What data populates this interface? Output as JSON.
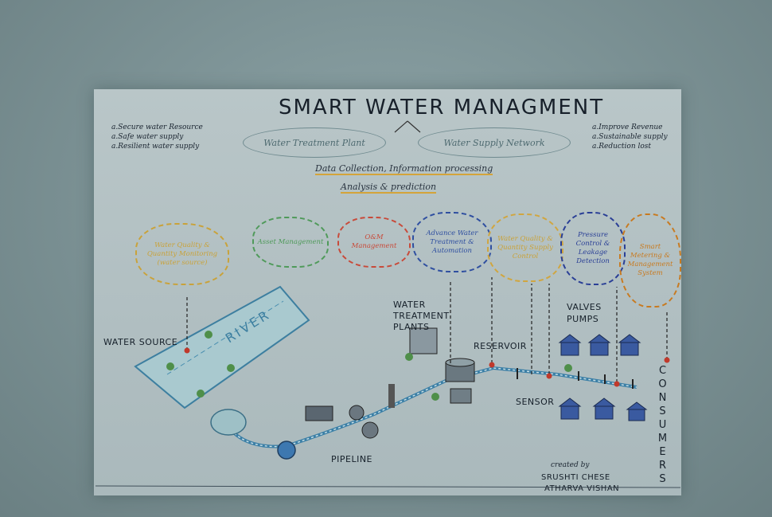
{
  "title": "SMART WATER MANAGMENT",
  "left_notes": [
    "a.Secure water Resource",
    "a.Safe water supply",
    "a.Resilient water supply"
  ],
  "right_notes": [
    "a.Improve Revenue",
    "a.Sustainable supply",
    "a.Reduction lost"
  ],
  "top_ovals": [
    "Water Treatment Plant",
    "Water Supply Network"
  ],
  "data_line": "Data Collection, Information processing",
  "analysis_line": "Analysis & prediction",
  "clouds": [
    {
      "text": "Water Quality & Quantity Monitoring (water source)",
      "color": "#c9a23a"
    },
    {
      "text": "Asset Management",
      "color": "#4f9a5a"
    },
    {
      "text": "O&M Management",
      "color": "#c84a3a"
    },
    {
      "text": "Advance Water Treatment & Automation",
      "color": "#2f4fa0"
    },
    {
      "text": "Water Quality & Quantity Supply Control",
      "color": "#d0a640"
    },
    {
      "text": "Pressure Control & Leakage Detection",
      "color": "#2a3f96"
    },
    {
      "text": "Smart Metering & Management System",
      "color": "#c87a20"
    }
  ],
  "labels": {
    "water_source": "WATER SOURCE",
    "river": "RIVER",
    "water_treatment_plants": "WATER TREATMENT PLANTS",
    "reservoir": "RESERVOIR",
    "valves_pumps": "VALVES PUMPS",
    "sensor": "SENSOR",
    "pipeline": "PIPELINE",
    "consumers": "CONSUMERS"
  },
  "credits": {
    "heading": "created by",
    "names": [
      "SRUSHTI CHESE",
      "ATHARVA VISHAN"
    ]
  }
}
